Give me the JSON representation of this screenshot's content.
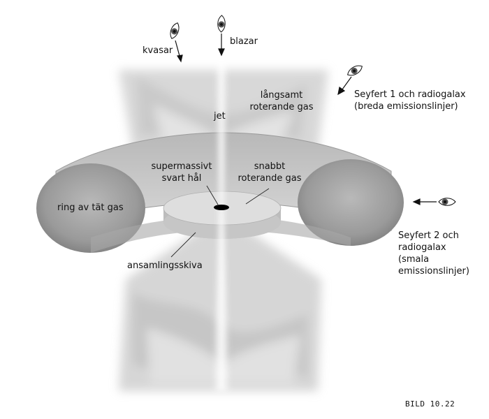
{
  "labels": {
    "kvasar": "kvasar",
    "blazar": "blazar",
    "jet": "jet",
    "slow_gas_line1": "långsamt",
    "slow_gas_line2": "roterande gas",
    "seyfert1_line1": "Seyfert 1 och radiogalax",
    "seyfert1_line2": "(breda emissionslinjer)",
    "black_hole_line1": "supermassivt",
    "black_hole_line2": "svart hål",
    "fast_gas_line1": "snabbt",
    "fast_gas_line2": "roterande gas",
    "ring": "ring av tät gas",
    "seyfert2_line1": "Seyfert 2 och",
    "seyfert2_line2": "radiogalax",
    "seyfert2_line3": "(smala",
    "seyfert2_line4": "emissionslinjer)",
    "accretion_disk": "ansamlingsskiva"
  },
  "figure_number": "BILD 10.22",
  "colors": {
    "torus_light": "#cfcfcf",
    "torus_dark": "#888888",
    "cloud": "#d8d8d8",
    "disk": "#d9d9d9",
    "black_hole": "#000000"
  }
}
